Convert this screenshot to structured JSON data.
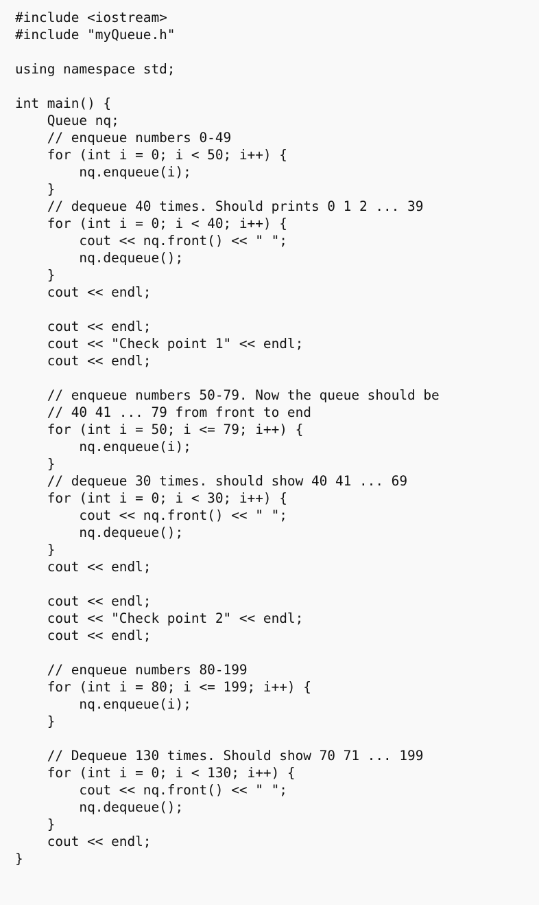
{
  "editor": {
    "language": "C++",
    "colors": {
      "background": "#f9f9f9",
      "text": "#111111"
    },
    "lines": [
      "#include <iostream>",
      "#include \"myQueue.h\"",
      "",
      "using namespace std;",
      "",
      "int main() {",
      "    Queue nq;",
      "    // enqueue numbers 0-49",
      "    for (int i = 0; i < 50; i++) {",
      "        nq.enqueue(i);",
      "    }",
      "    // dequeue 40 times. Should prints 0 1 2 ... 39",
      "    for (int i = 0; i < 40; i++) {",
      "        cout << nq.front() << \" \";",
      "        nq.dequeue();",
      "    }",
      "    cout << endl;",
      "",
      "    cout << endl;",
      "    cout << \"Check point 1\" << endl;",
      "    cout << endl;",
      "",
      "    // enqueue numbers 50-79. Now the queue should be",
      "    // 40 41 ... 79 from front to end",
      "    for (int i = 50; i <= 79; i++) {",
      "        nq.enqueue(i);",
      "    }",
      "    // dequeue 30 times. should show 40 41 ... 69",
      "    for (int i = 0; i < 30; i++) {",
      "        cout << nq.front() << \" \";",
      "        nq.dequeue();",
      "    }",
      "    cout << endl;",
      "",
      "    cout << endl;",
      "    cout << \"Check point 2\" << endl;",
      "    cout << endl;",
      "",
      "    // enqueue numbers 80-199",
      "    for (int i = 80; i <= 199; i++) {",
      "        nq.enqueue(i);",
      "    }",
      "",
      "    // Dequeue 130 times. Should show 70 71 ... 199",
      "    for (int i = 0; i < 130; i++) {",
      "        cout << nq.front() << \" \";",
      "        nq.dequeue();",
      "    }",
      "    cout << endl;",
      "}"
    ]
  }
}
